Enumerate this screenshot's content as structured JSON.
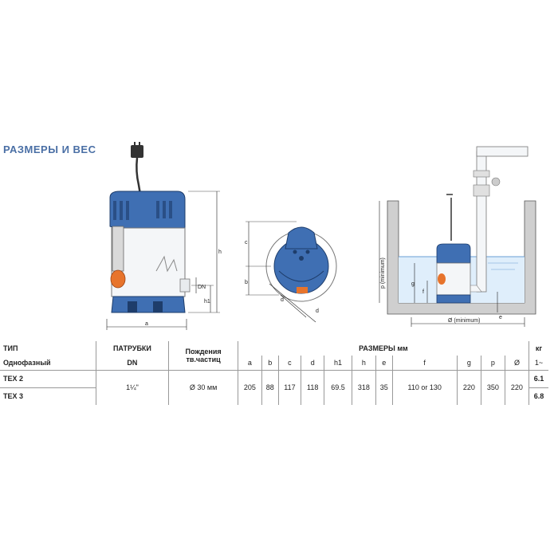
{
  "title": "РАЗМЕРЫ И ВЕС",
  "drawing_labels": {
    "a": "a",
    "b": "b",
    "c": "c",
    "d": "d",
    "e": "e",
    "f": "f",
    "g": "g",
    "h": "h",
    "h1": "h1",
    "dn": "DN",
    "p_min": "p (minimum)",
    "diam_min": "Ø (minimum)"
  },
  "table": {
    "col_type": "ТИП",
    "col_phase": "Однофазный",
    "col_ports": "ПАТРУБКИ",
    "col_dn": "DN",
    "col_particles_1": "Пождения",
    "col_particles_2": "тв.частиц",
    "col_dims": "РАЗМЕРЫ мм",
    "col_kg": "кг",
    "col_phase_sym": "1~",
    "dim_headers": [
      "a",
      "b",
      "c",
      "d",
      "h1",
      "h",
      "e",
      "f",
      "g",
      "p",
      "Ø"
    ],
    "rows": [
      {
        "type": "TEX 2",
        "kg": "6.1"
      },
      {
        "type": "TEX 3",
        "kg": "6.8"
      }
    ],
    "dn_value": "1¼\"",
    "particles_value": "Ø 30 мм",
    "dim_values": [
      "205",
      "88",
      "117",
      "118",
      "69.5",
      "318",
      "35",
      "110 or 130",
      "220",
      "350",
      "220"
    ]
  }
}
